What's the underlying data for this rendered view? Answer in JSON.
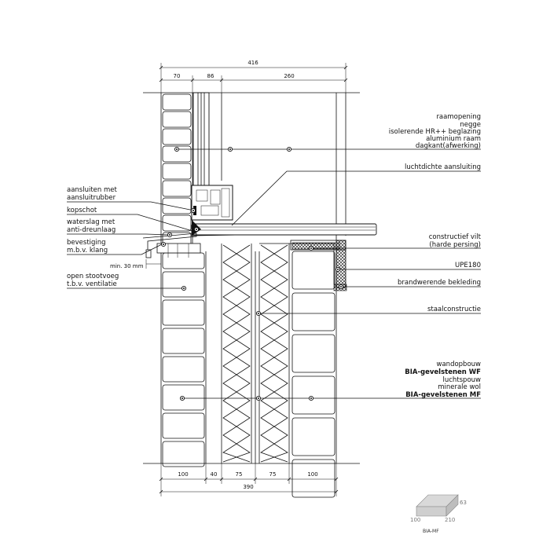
{
  "dims_top": {
    "total": "416",
    "a": "70",
    "b": "86",
    "c": "260"
  },
  "dims_bottom": {
    "a": "100",
    "b": "40",
    "c": "75",
    "d": "75",
    "e": "100",
    "total": "390"
  },
  "min_label": "min. 30 mm",
  "left_labels": {
    "l1a": "aansluiten met",
    "l1b": "aansluitrubber",
    "l2": "kopschot",
    "l3a": "waterslag met",
    "l3b": "anti-dreunlaag",
    "l4a": "bevestiging",
    "l4b": "m.b.v. klang",
    "l5a": "open stootvoeg",
    "l5b": "t.b.v. ventilatie"
  },
  "right_labels": {
    "r1": "raamopening",
    "r2": "negge",
    "r3": "isolerende HR++ beglazing",
    "r4": "aluminium raam",
    "r5": "dagkant(afwerking)",
    "r6": "luchtdichte aansluiting",
    "r7a": "constructief vilt",
    "r7b": "(harde persing)",
    "r8": "UPE180",
    "r9": "brandwerende bekleding",
    "r10": "staalconstructie",
    "r11": "wandopbouw",
    "r12": "BIA-gevelstenen WF",
    "r13": "luchtspouw",
    "r14": "minerale wol",
    "r15": "BIA-gevelstenen MF"
  },
  "brick_legend": {
    "h": "63",
    "w": "210",
    "d": "100",
    "caption": "BIA-MF"
  }
}
